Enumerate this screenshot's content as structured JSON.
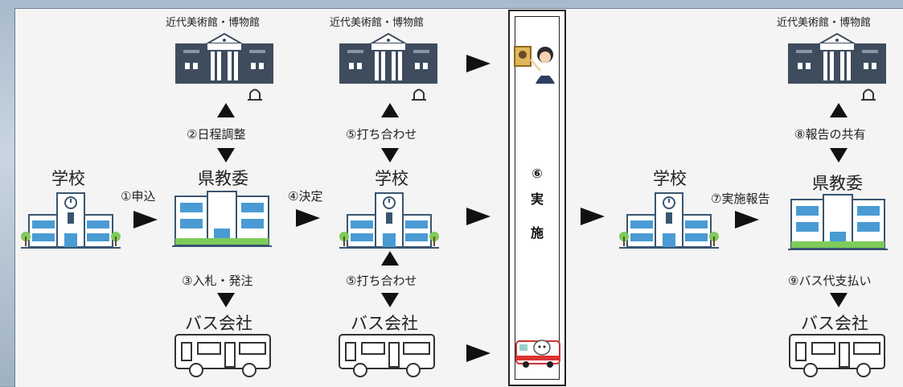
{
  "labels": {
    "museum": "近代美術館・博物館",
    "school": "学校",
    "board": "県教委",
    "bus": "バス会社"
  },
  "steps": {
    "s1": "①申込",
    "s2": "②日程調整",
    "s3": "③入札・発注",
    "s4": "④決定",
    "s5a": "⑤打ち合わせ",
    "s5b": "⑤打ち合わせ",
    "s6_num": "⑥",
    "s6_a": "実",
    "s6_b": "施",
    "s7": "⑦実施報告",
    "s8": "⑧報告の共有",
    "s9": "⑨バス代支払い"
  },
  "icons": [
    "museum-icon",
    "school-icon",
    "board-office-icon",
    "bus-icon",
    "telescope-icon",
    "guide-person-icon",
    "bus-mascot-icon",
    "arrow-right-icon",
    "arrow-up-icon",
    "arrow-down-icon",
    "arrow-updown-icon"
  ],
  "colors": {
    "building_dark": "#3e4c5e",
    "window_blue": "#4a9bd4",
    "tree_green": "#7ecb5a",
    "arrow": "#111111",
    "panel": "#f4f4f4"
  }
}
